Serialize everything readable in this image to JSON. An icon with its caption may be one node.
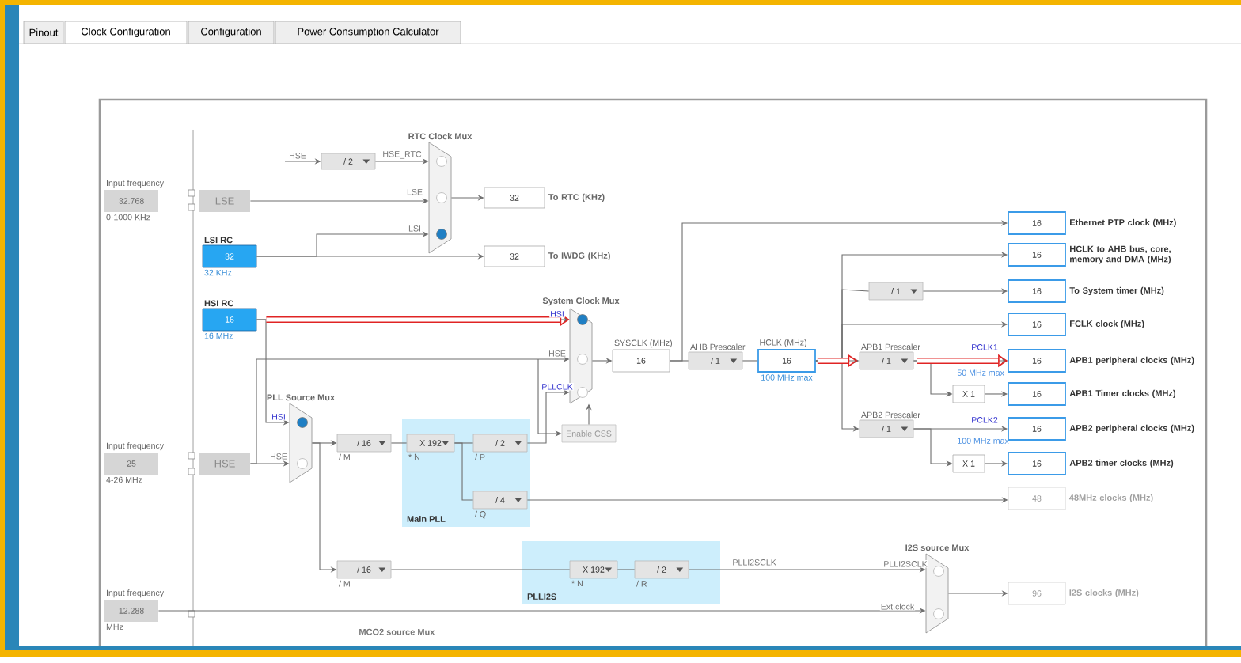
{
  "diagram": {
    "nodes": [
      {
        "text": [
          "32.768"
        ],
        "beside": [
          "Input frequency",
          "0-1000 KHz"
        ]
      },
      {
        "text": [
          "LSE"
        ]
      },
      {
        "text": [
          "LSI RC",
          "32"
        ],
        "beside": [
          "32 KHz"
        ]
      },
      {
        "text": [
          "HSI RC",
          "16"
        ],
        "beside": [
          "16 MHz"
        ]
      },
      {
        "text": [
          "25"
        ],
        "beside": [
          "Input frequency",
          "4-26 MHz"
        ]
      },
      {
        "text": [
          "HSE"
        ]
      },
      {
        "text": [
          "12.288"
        ],
        "beside": [
          "Input frequency",
          "MHz"
        ]
      },
      {
        "text": [
          "/ 2"
        ]
      },
      {
        "text": [
          "RTC Clock Mux"
        ]
      },
      {
        "text": [
          "32"
        ],
        "beside": [
          "To RTC (KHz)"
        ]
      },
      {
        "text": [
          "32"
        ],
        "beside": [
          "To IWDG (KHz)"
        ]
      },
      {
        "text": [
          "System Clock Mux"
        ]
      },
      {
        "text": [
          "PLL Source Mux"
        ]
      },
      {
        "text": [
          "Main PLL"
        ]
      },
      {
        "text": [
          "/ 16"
        ],
        "beside": [
          "/ M"
        ]
      },
      {
        "text": [
          "X 192"
        ],
        "beside": [
          "* N"
        ],
        "in": 13
      },
      {
        "text": [
          "/ 2"
        ],
        "beside": [
          "/ P"
        ],
        "in": 13
      },
      {
        "text": [
          "/ 4"
        ],
        "beside": [
          "/ Q"
        ],
        "in": 13
      },
      {
        "text": [
          "Enable CSS"
        ]
      },
      {
        "text": [
          "SYSCLK (MHz)",
          "16"
        ]
      },
      {
        "text": [
          "AHB Prescaler",
          "/ 1"
        ]
      },
      {
        "text": [
          "HCLK (MHz)",
          "16"
        ],
        "beside": [
          "100 MHz max"
        ]
      },
      {
        "text": [
          "APB1 Prescaler",
          "/ 1"
        ]
      },
      {
        "text": [
          "/ 1"
        ]
      },
      {
        "text": [
          "X 1"
        ]
      },
      {
        "text": [
          "APB2 Prescaler",
          "/ 1"
        ]
      },
      {
        "text": [
          "X 1"
        ]
      },
      {
        "text": [
          "16"
        ],
        "beside": [
          "Ethernet PTP clock (MHz)"
        ]
      },
      {
        "text": [
          "16"
        ],
        "beside": [
          "HCLK to AHB bus, core, memory and DMA (MHz)"
        ]
      },
      {
        "text": [
          "16"
        ],
        "beside": [
          "To System timer (MHz)"
        ]
      },
      {
        "text": [
          "16"
        ],
        "beside": [
          "FCLK clock (MHz)"
        ]
      },
      {
        "text": [
          "16"
        ],
        "beside": [
          "APB1 peripheral clocks (MHz)"
        ]
      },
      {
        "text": [
          "16"
        ],
        "beside": [
          "APB1 Timer clocks (MHz)"
        ]
      },
      {
        "text": [
          "16"
        ],
        "beside": [
          "APB2 peripheral clocks (MHz)"
        ]
      },
      {
        "text": [
          "16"
        ],
        "beside": [
          "APB2 timer clocks (MHz)"
        ]
      },
      {
        "text": [
          "48"
        ],
        "beside": [
          "48MHz clocks (MHz)"
        ]
      },
      {
        "text": [
          "96"
        ],
        "beside": [
          "I2S clocks (MHz)"
        ]
      },
      {
        "text": [
          "PLLI2S"
        ]
      },
      {
        "text": [
          "/ 16"
        ],
        "beside": [
          "/ M"
        ]
      },
      {
        "text": [
          "X 192"
        ],
        "beside": [
          "* N"
        ],
        "in": 37
      },
      {
        "text": [
          "/ 2"
        ],
        "beside": [
          "/ R"
        ],
        "in": 37
      },
      {
        "text": [
          "I2S source Mux"
        ]
      }
    ],
    "edges": [
      {
        "from": null,
        "to": 7,
        "arrow": "to",
        "label": "HSE"
      },
      {
        "from": 7,
        "to": 8,
        "arrow": "to",
        "label": "HSE_RTC"
      },
      {
        "from": 1,
        "to": 8,
        "arrow": "to",
        "label": "LSE"
      },
      {
        "from": 2,
        "to": 8,
        "arrow": "to",
        "label": "LSI"
      },
      {
        "from": 8,
        "to": 9,
        "arrow": "to"
      },
      {
        "from": 2,
        "to": 10,
        "arrow": "to"
      },
      {
        "from": 3,
        "to": 11,
        "arrow": "to",
        "label": "HSI"
      },
      {
        "from": 5,
        "to": 11,
        "arrow": "to",
        "label": "HSE"
      },
      {
        "from": 3,
        "to": 12,
        "arrow": "to",
        "label": "HSI"
      },
      {
        "from": 5,
        "to": 12,
        "arrow": "to",
        "label": "HSE"
      },
      {
        "from": 12,
        "to": 14,
        "arrow": "to"
      },
      {
        "from": 14,
        "to": 15,
        "arrow": "none"
      },
      {
        "from": 15,
        "to": 16,
        "arrow": "none"
      },
      {
        "from": 15,
        "to": 17,
        "arrow": "none"
      },
      {
        "from": 16,
        "to": 11,
        "arrow": "to",
        "label": "PLLCLK"
      },
      {
        "from": 18,
        "to": 11,
        "arrow": "to"
      },
      {
        "from": 11,
        "to": 19,
        "arrow": "to"
      },
      {
        "from": 19,
        "to": 20,
        "arrow": "none"
      },
      {
        "from": 19,
        "to": 27,
        "arrow": "to"
      },
      {
        "from": 20,
        "to": 21,
        "arrow": "none"
      },
      {
        "from": 21,
        "to": 28,
        "arrow": "to"
      },
      {
        "from": 21,
        "to": 23,
        "arrow": "none"
      },
      {
        "from": 23,
        "to": 29,
        "arrow": "to"
      },
      {
        "from": 21,
        "to": 30,
        "arrow": "to"
      },
      {
        "from": 21,
        "to": 22,
        "arrow": "to"
      },
      {
        "from": 21,
        "to": 25,
        "arrow": "to"
      },
      {
        "from": 22,
        "to": 31,
        "arrow": "to",
        "label": "PCLK1"
      },
      {
        "from": 22,
        "to": 24,
        "arrow": "to"
      },
      {
        "from": 24,
        "to": 32,
        "arrow": "to"
      },
      {
        "from": 25,
        "to": 33,
        "arrow": "to",
        "label": "PCLK2"
      },
      {
        "from": 25,
        "to": 26,
        "arrow": "to"
      },
      {
        "from": 26,
        "to": 34,
        "arrow": "to"
      },
      {
        "from": 17,
        "to": 35,
        "arrow": "to"
      },
      {
        "from": 12,
        "to": 38,
        "arrow": "to"
      },
      {
        "from": 38,
        "to": 39,
        "arrow": "none"
      },
      {
        "from": 39,
        "to": 40,
        "arrow": "none"
      },
      {
        "from": 40,
        "to": 41,
        "arrow": "to",
        "label": "PLLI2SCLK"
      },
      {
        "from": 6,
        "to": 41,
        "arrow": "to",
        "label": "Ext.clock"
      },
      {
        "from": 41,
        "to": 36,
        "arrow": "to"
      },
      {
        "from": 3,
        "to": 11,
        "arrow": "to",
        "style": "thick",
        "color": "#e02424"
      },
      {
        "from": 21,
        "to": 22,
        "arrow": "to",
        "style": "thick",
        "color": "#e02424"
      },
      {
        "from": 22,
        "to": 31,
        "arrow": "to",
        "style": "thick",
        "color": "#e02424"
      },
      {
        "from": null,
        "to": 18,
        "arrow": "to"
      }
    ],
    "labels": [
      "Pinout",
      "Clock Configuration",
      "Configuration",
      "Power Consumption Calculator",
      "50 MHz max",
      "100 MHz max",
      "PLLI2SCLK",
      "MCO2 source Mux"
    ]
  }
}
